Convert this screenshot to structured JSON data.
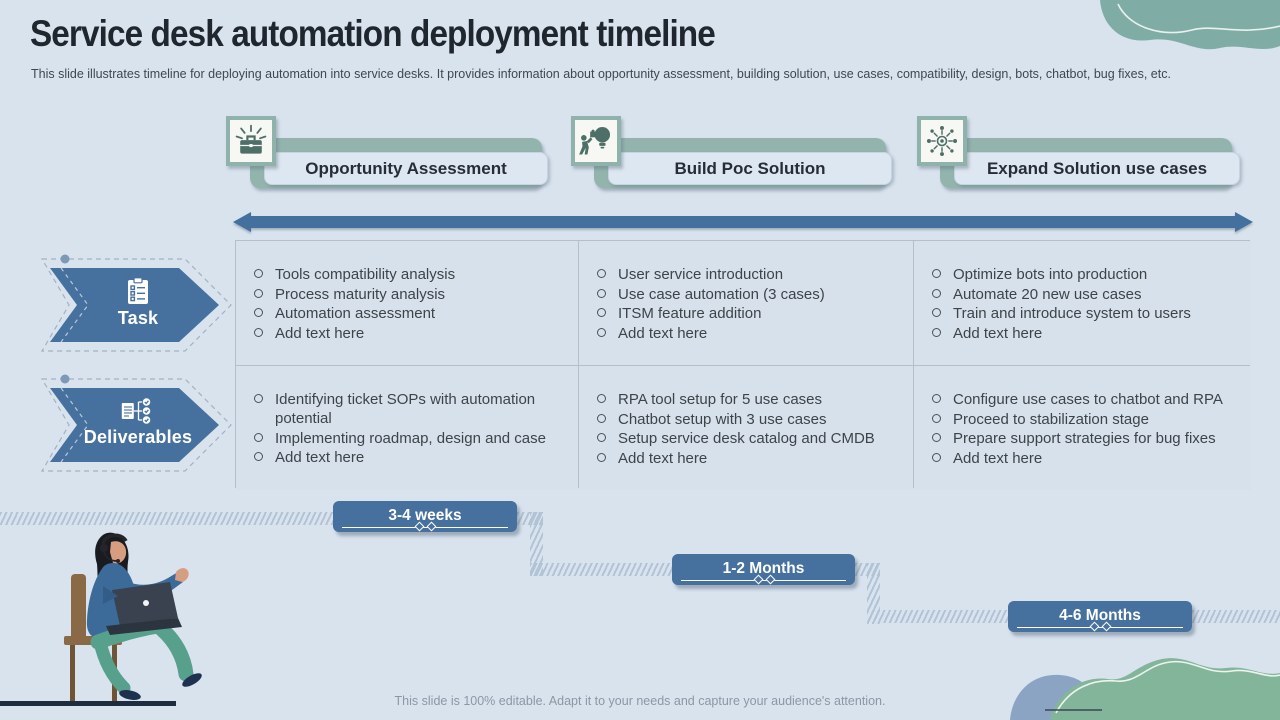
{
  "slide": {
    "title": "Service desk automation deployment timeline",
    "subtitle": "This slide illustrates timeline for deploying automation into service desks. It provides information about opportunity assessment, building solution, use cases, compatibility, design, bots, chatbot, bug fixes, etc.",
    "footer": "This slide is 100% editable. Adapt it to your needs and capture your audience's attention."
  },
  "phases": [
    {
      "label": "Opportunity Assessment",
      "icon": "briefcase-opportunity-icon",
      "duration": "3-4 weeks"
    },
    {
      "label": "Build Poc Solution",
      "icon": "build-idea-icon",
      "duration": "1-2 Months"
    },
    {
      "label": "Expand Solution use cases",
      "icon": "expand-network-icon",
      "duration": "4-6 Months"
    }
  ],
  "matrix": {
    "rows": [
      {
        "label": "Task",
        "icon": "clipboard-task-icon",
        "cells": [
          {
            "bullets": [
              "Tools compatibility analysis",
              "Process maturity analysis",
              "Automation assessment",
              "Add text here"
            ]
          },
          {
            "bullets": [
              "User service introduction",
              "Use case automation (3 cases)",
              "ITSM feature addition",
              "Add text here"
            ]
          },
          {
            "bullets": [
              "Optimize bots into production",
              "Automate 20 new use cases",
              "Train and introduce system to users",
              "Add text here"
            ]
          }
        ]
      },
      {
        "label": "Deliverables",
        "icon": "deliverables-checklist-icon",
        "cells": [
          {
            "bullets": [
              "Identifying ticket SOPs with automation potential",
              "Implementing roadmap, design and case",
              "Add text here"
            ]
          },
          {
            "bullets": [
              "RPA tool setup for 5 use cases",
              "Chatbot setup with 3 use cases",
              "Setup service desk catalog and CMDB",
              "Add text here"
            ]
          },
          {
            "bullets": [
              "Configure use cases to chatbot and RPA",
              "Proceed to stabilization stage",
              "Prepare support strategies for bug fixes",
              "Add text here"
            ]
          }
        ]
      }
    ]
  },
  "colors": {
    "background": "#d8e3ee",
    "accent_blue": "#46719e",
    "teal": "#8fb2ab",
    "green_blob": "#83b59b",
    "blue_blob": "#8ba4c3",
    "text_dark": "#20262e",
    "text_body": "#3e4348"
  }
}
